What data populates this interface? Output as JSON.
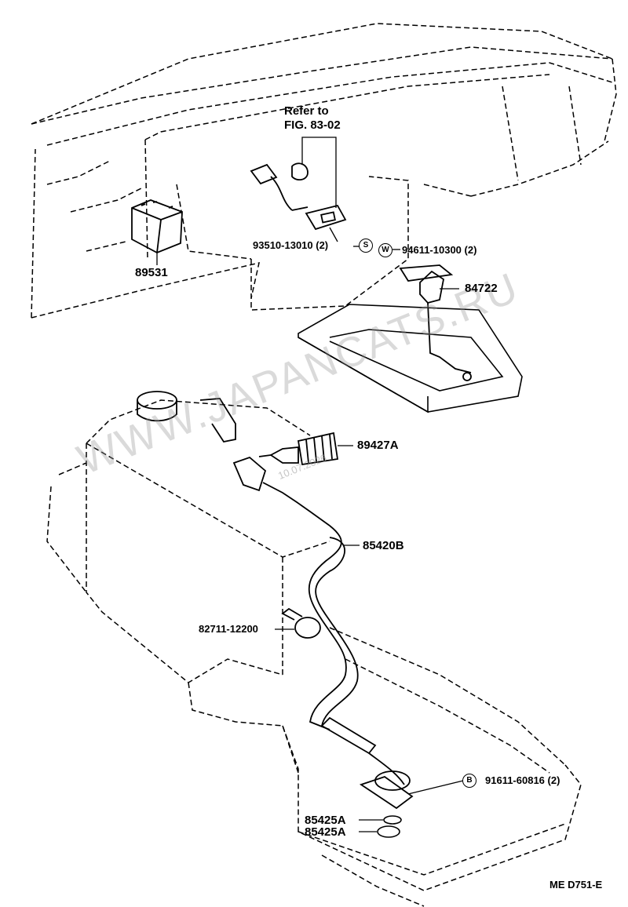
{
  "refer_note": {
    "line1": "Refer to",
    "line2": "FIG. 83-02"
  },
  "parts": {
    "p89531": "89531",
    "p93510": "93510-13010 (2)",
    "p94611": "94611-10300 (2)",
    "p84722": "84722",
    "p89427A": "89427A",
    "p85420B": "85420B",
    "p82711": "82711-12200",
    "p91611": "91611-60816 (2)",
    "p85425A_1": "85425A",
    "p85425A_2": "85425A"
  },
  "markers": {
    "s": "S",
    "w": "W",
    "b": "B"
  },
  "watermark": {
    "text": "WWW.JAPANCATS.RU",
    "date": "10.07.2026"
  },
  "figure_code": "ME  D751-E"
}
